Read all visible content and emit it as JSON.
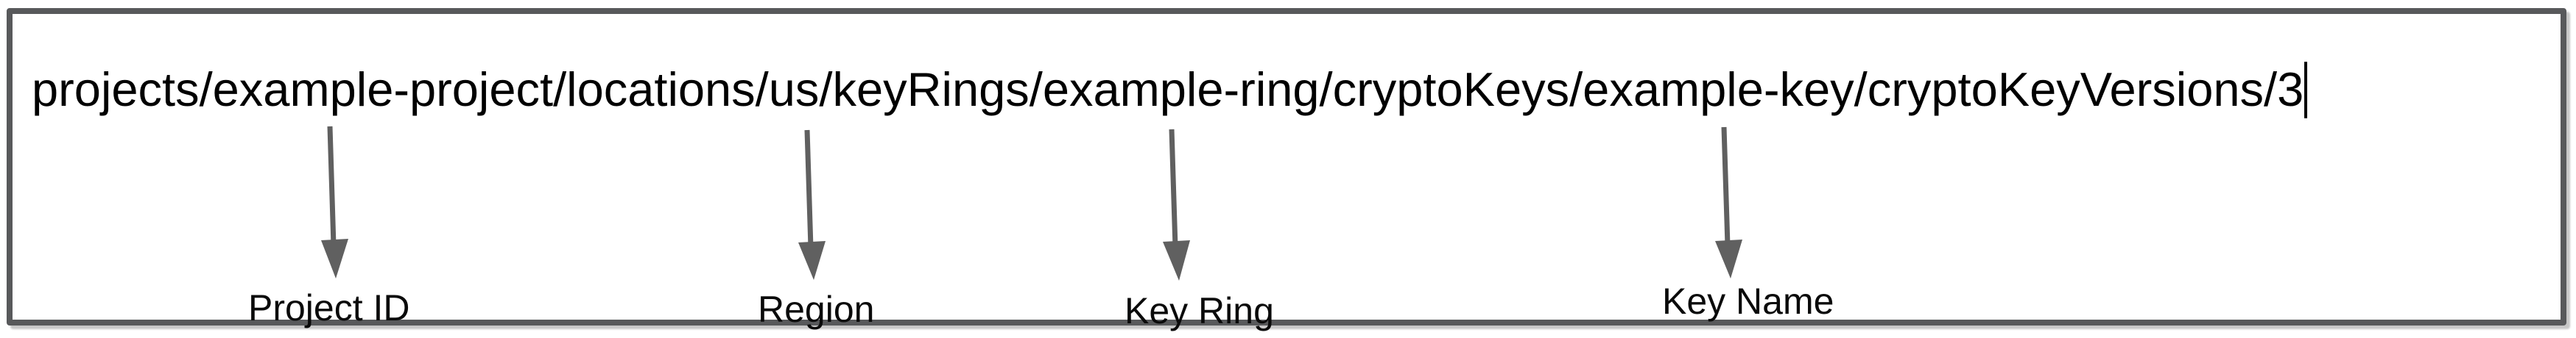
{
  "diagram": {
    "resource_path": "projects/example-project/locations/us/keyRings/example-ring/cryptoKeys/example-key/cryptoKeyVersions/3",
    "annotations": [
      {
        "label": "Project ID",
        "points_to": "example-project"
      },
      {
        "label": "Region",
        "points_to": "us"
      },
      {
        "label": "Key Ring",
        "points_to": "example-ring"
      },
      {
        "label": "Key Name",
        "points_to": "example-key"
      }
    ],
    "colors": {
      "arrow": "#606060",
      "border": "#58595b",
      "text": "#000000"
    }
  }
}
